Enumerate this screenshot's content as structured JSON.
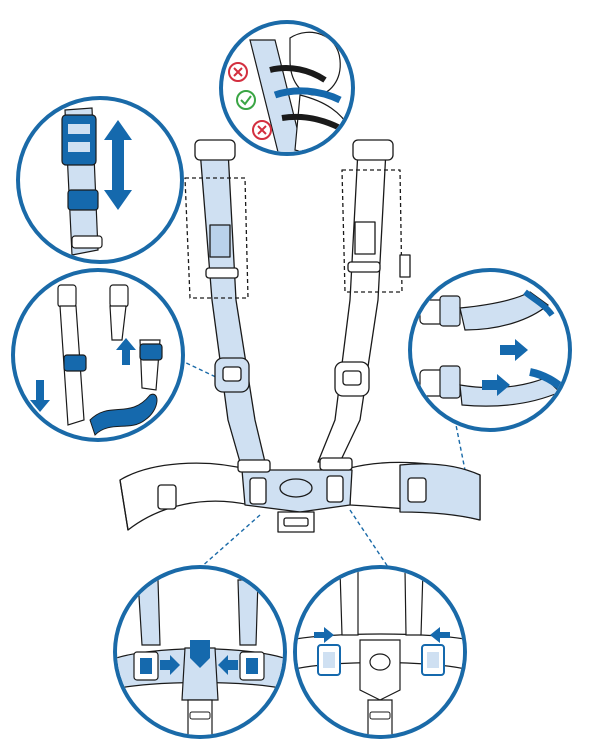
{
  "colors": {
    "outline": "#1a1a1a",
    "circle_ring": "#1a6aa8",
    "strap_fill": "#cfe0f2",
    "strap_fill_dark": "#b9d1ea",
    "arrow_blue": "#1569ad",
    "deep_blue": "#0f5a99",
    "wrong_red": "#d32f3f",
    "correct_green": "#3aa544",
    "dash_line": "#1a6aa8"
  },
  "icons": {
    "wrong": "x-circle-icon",
    "correct": "check-circle-icon",
    "arrow_up_down": "double-arrow-vertical-icon",
    "arrow_right": "arrow-right-icon",
    "arrow_down": "arrow-down-icon",
    "arrow_up": "arrow-up-icon"
  },
  "insets": [
    {
      "id": "shoulder-height",
      "status": [
        "wrong",
        "correct",
        "wrong"
      ]
    },
    {
      "id": "strap-length-adjust"
    },
    {
      "id": "shoulder-strap-threading"
    },
    {
      "id": "waist-strap-threading"
    },
    {
      "id": "buckle-fasten"
    },
    {
      "id": "buckle-release"
    }
  ]
}
